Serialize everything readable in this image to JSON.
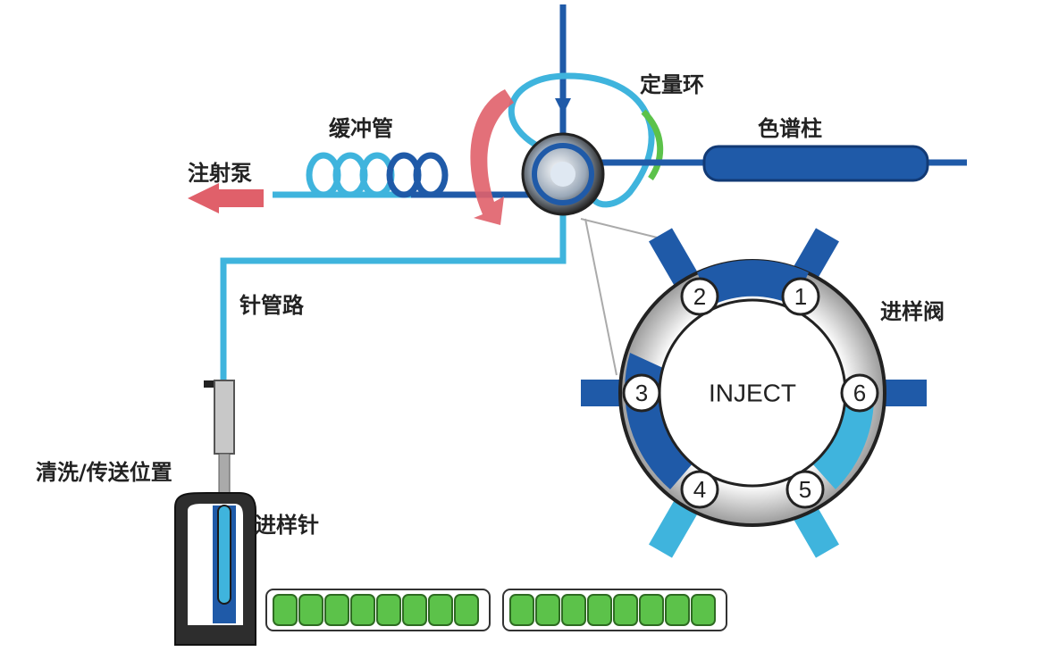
{
  "labels": {
    "loop": "定量环",
    "buffer_tube": "缓冲管",
    "column": "色谱柱",
    "syringe_pump": "注射泵",
    "needle_line": "针管路",
    "valve": "进样阀",
    "wash_position": "清洗/传送位置",
    "needle": "进样针"
  },
  "valve": {
    "center_text": "INJECT",
    "ports": [
      "1",
      "2",
      "3",
      "4",
      "5",
      "6"
    ]
  },
  "sample_trays": [
    {
      "vial_count": 8
    },
    {
      "vial_count": 8
    }
  ],
  "colors": {
    "dark_blue": "#1f5aa8",
    "light_blue": "#3fb4dd",
    "rotation_arrow": "#e0606a",
    "vial_green": "#5cc24a",
    "valve_grey": "#b8b8b8",
    "outline": "#222222"
  },
  "icons": [
    "rotation-arrow-icon",
    "flow-arrow-icon"
  ]
}
